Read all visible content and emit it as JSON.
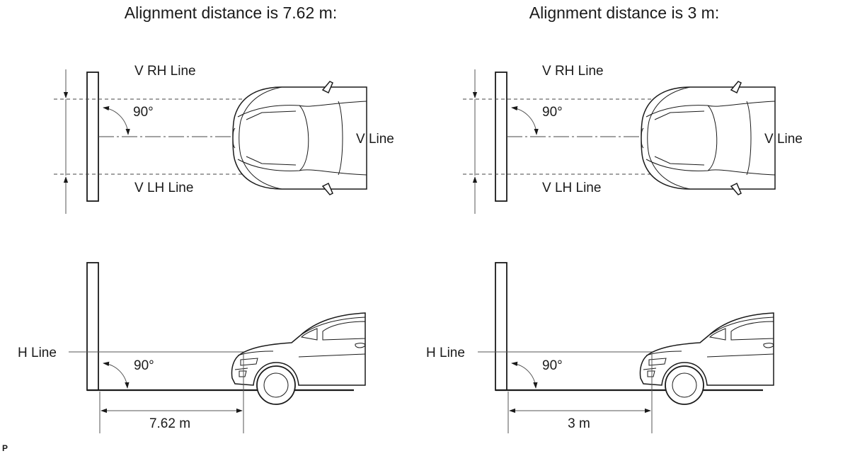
{
  "panels": {
    "left": {
      "title": "Alignment distance is 7.62 m:",
      "v_rh_line": "V RH Line",
      "v_lh_line": "V LH Line",
      "v_line": "V Line",
      "angle_top": "90°",
      "h_line": "H Line",
      "angle_bottom": "90°",
      "distance": "7.62 m"
    },
    "right": {
      "title": "Alignment distance is 3 m:",
      "v_rh_line": "V RH Line",
      "v_lh_line": "V LH Line",
      "v_line": "V Line",
      "angle_top": "90°",
      "h_line": "H Line",
      "angle_bottom": "90°",
      "distance": "3 m"
    }
  },
  "footer_mark": "P"
}
